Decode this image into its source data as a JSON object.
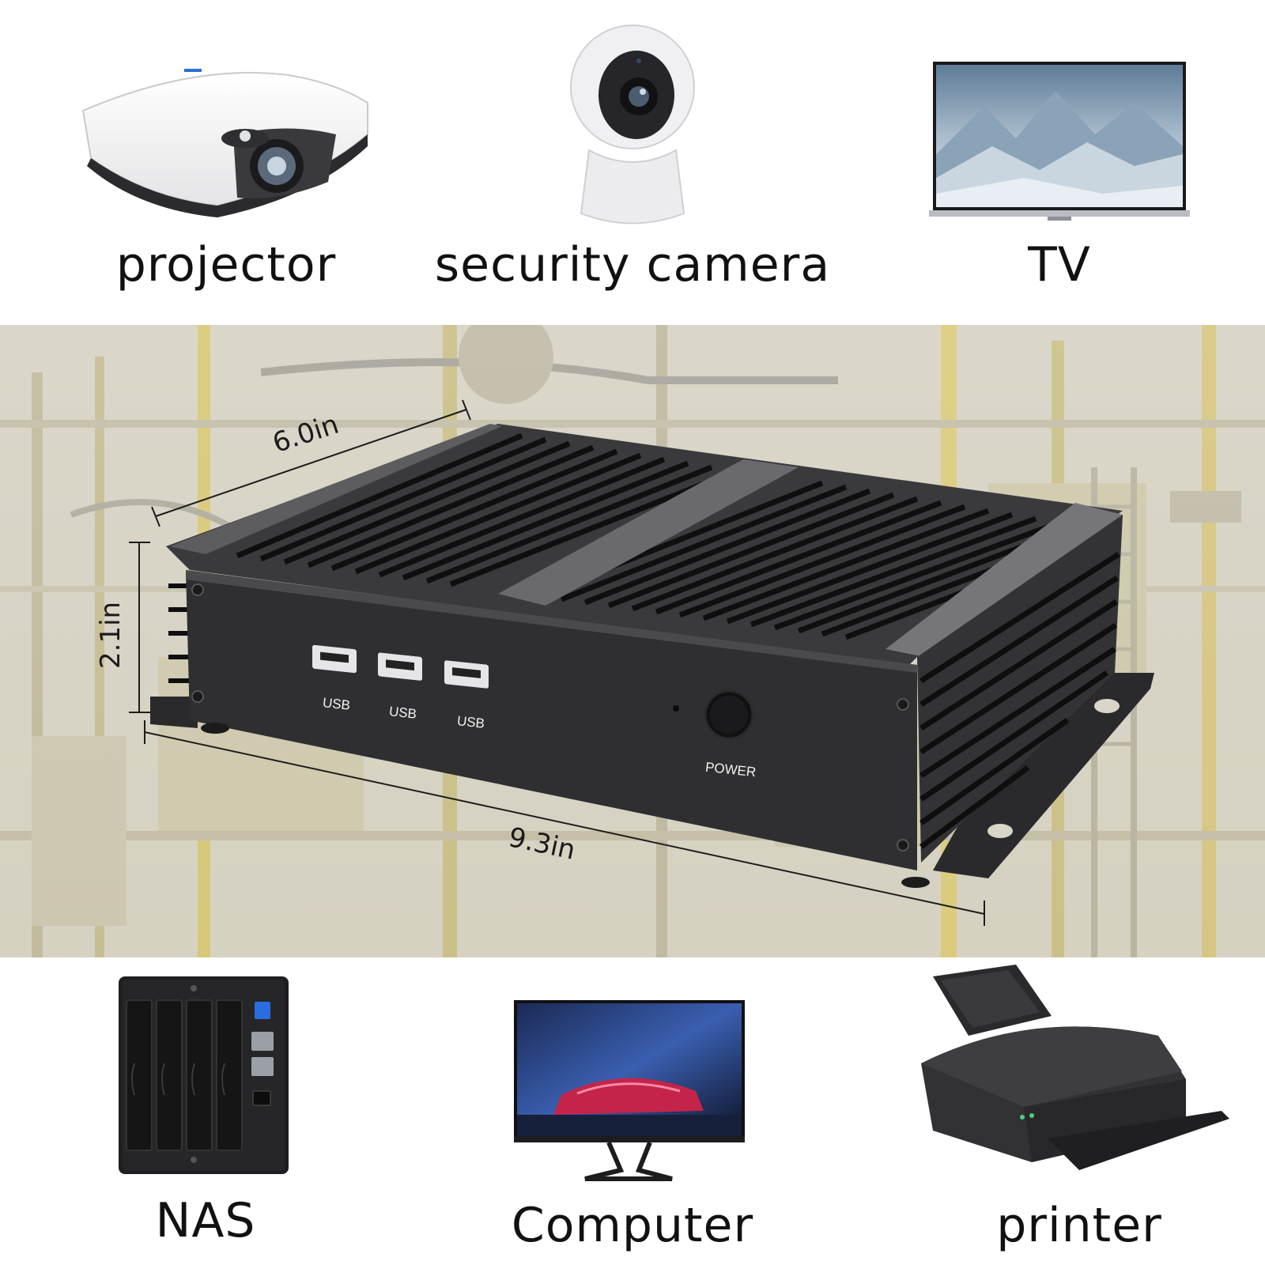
{
  "top_devices": [
    {
      "label": "projector",
      "icon": "projector-icon"
    },
    {
      "label": "security camera",
      "icon": "security-camera-icon"
    },
    {
      "label": "TV",
      "icon": "tv-icon"
    }
  ],
  "bottom_devices": [
    {
      "label": "NAS",
      "icon": "nas-icon"
    },
    {
      "label": "Computer",
      "icon": "computer-icon"
    },
    {
      "label": "printer",
      "icon": "printer-icon"
    }
  ],
  "dimensions": {
    "depth": "6.0in",
    "height": "2.1in",
    "width": "9.3in"
  },
  "front_panel": {
    "ports": [
      "USB",
      "USB",
      "USB"
    ],
    "power_label": "POWER"
  },
  "colors": {
    "chassis": "#2e2e30",
    "background_band": "#d6d3c4",
    "caption_text": "#111111"
  }
}
